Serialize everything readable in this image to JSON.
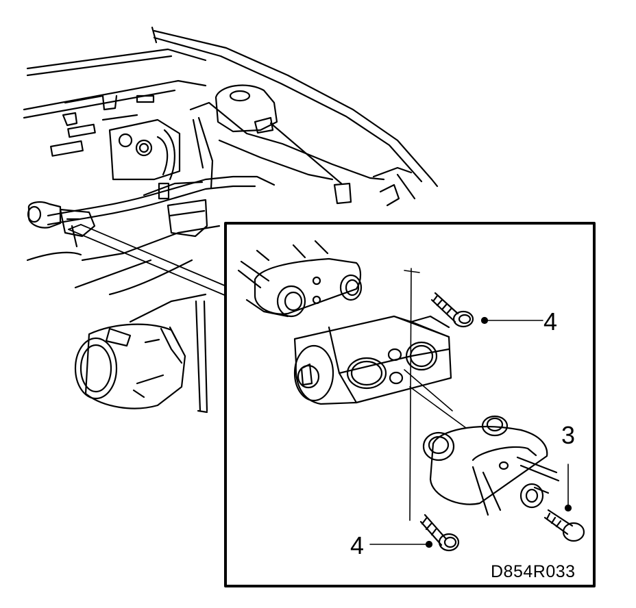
{
  "callouts": {
    "bolt_upper": "4",
    "bolt_lower": "4",
    "retaining_bolt": "3"
  },
  "drawing_code": "D854R033",
  "colors": {
    "ink": "#000000",
    "paper": "#ffffff"
  }
}
